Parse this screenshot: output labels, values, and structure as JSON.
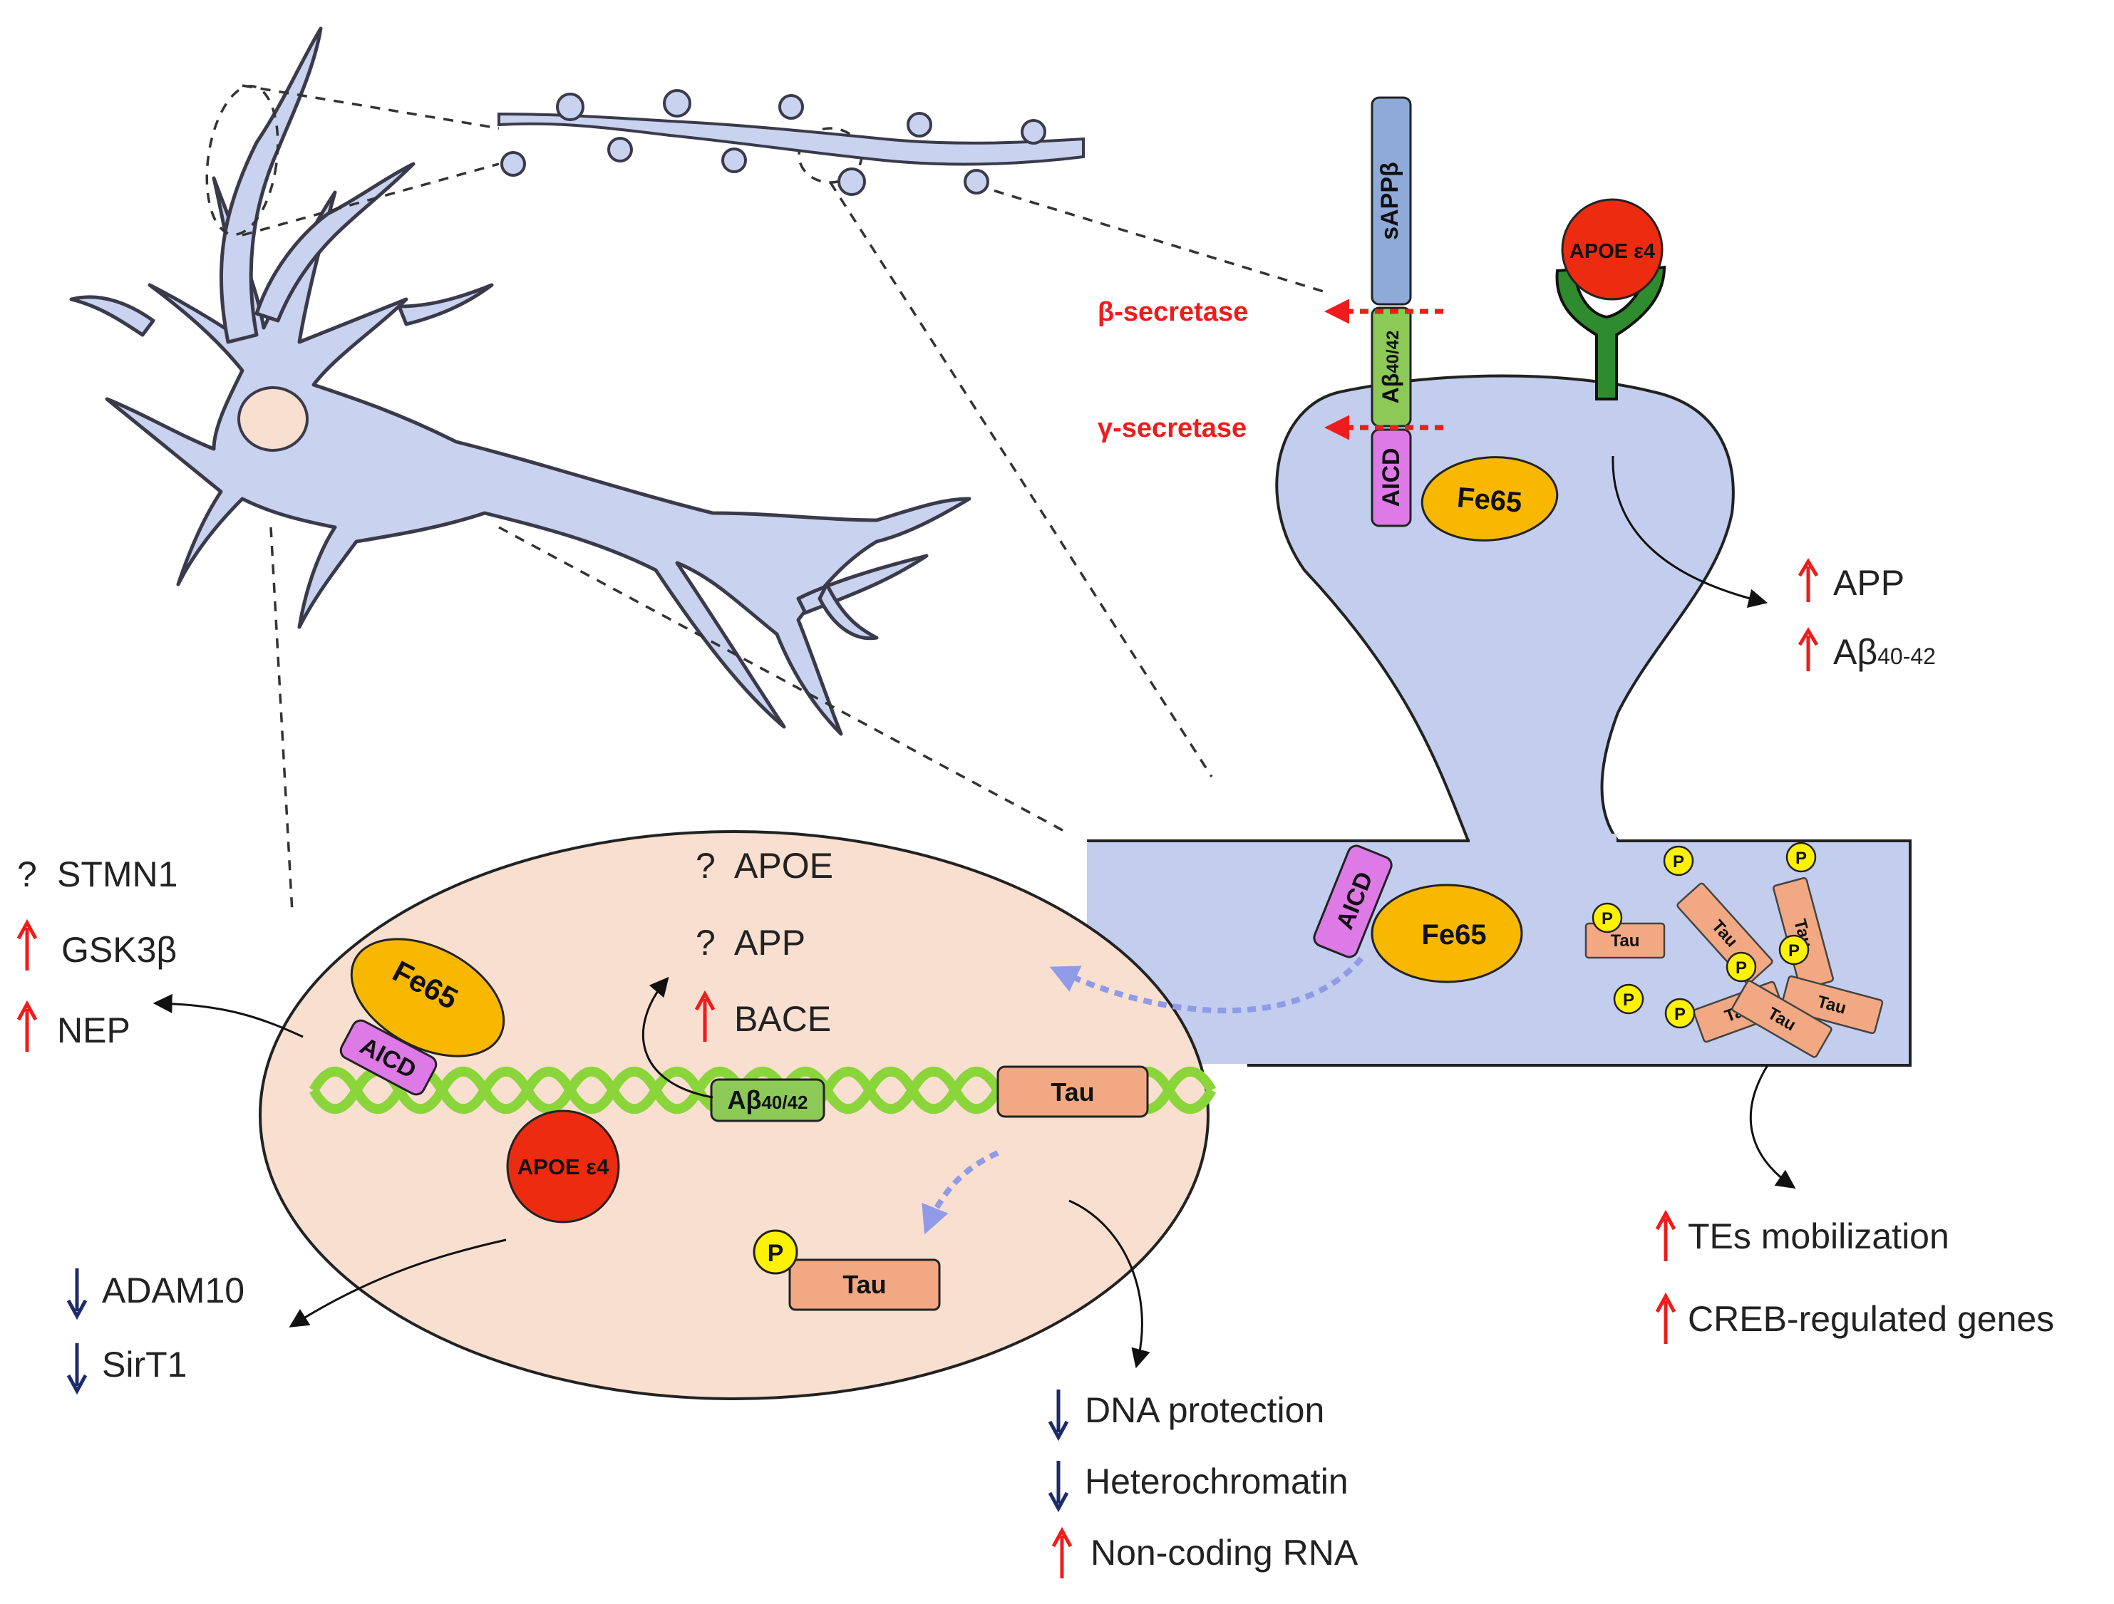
{
  "colors": {
    "neuron": "#c9d3ef",
    "neuron_stroke": "#3a3a4a",
    "nucleus": "#f9dfd0",
    "spine": "#c3cdee",
    "sappb": "#8faad8",
    "abeta": "#8dc956",
    "aicd": "#dd7ae6",
    "fe65": "#f8b800",
    "apoe": "#ec2b10",
    "receptor": "#2e8b2e",
    "tau": "#f2a983",
    "phospho": "#fff200",
    "dna": "#8ad53a",
    "up_arrow": "#ee1c1c",
    "down_arrow": "#1c2c6b",
    "dotted_flow": "#8f9ae8",
    "secretase": "#ee1c1c"
  },
  "membrane": {
    "sappb": "sAPPβ",
    "abeta_main": "Aβ",
    "abeta_sub": "40/42",
    "aicd": "AICD",
    "fe65": "Fe65",
    "beta_secretase": "β-secretase",
    "gamma_secretase": "γ-secretase",
    "apoe_e4": "APOE ε4"
  },
  "spine_effects": [
    {
      "marker": "up",
      "text": "APP",
      "sub": ""
    },
    {
      "marker": "up",
      "text": "Aβ",
      "sub": "40-42"
    }
  ],
  "dendrite_cytoplasm": {
    "aicd": "AICD",
    "fe65": "Fe65",
    "tau": "Tau",
    "phospho": "P"
  },
  "dendrite_effects": [
    {
      "marker": "up",
      "text": "TEs mobilization"
    },
    {
      "marker": "up",
      "text": "CREB-regulated genes"
    }
  ],
  "nucleus": {
    "fe65": "Fe65",
    "aicd": "AICD",
    "apoe_e4": "APOE ε4",
    "abeta_main": "Aβ",
    "abeta_sub": "40/42",
    "tau": "Tau",
    "phospho": "P"
  },
  "nucleus_targets": [
    {
      "marker": "?",
      "text": "APOE"
    },
    {
      "marker": "?",
      "text": "APP"
    },
    {
      "marker": "up",
      "text": "BACE"
    }
  ],
  "left_effects": [
    {
      "marker": "?",
      "text": "STMN1"
    },
    {
      "marker": "up",
      "text": "GSK3β"
    },
    {
      "marker": "up",
      "text": "NEP"
    }
  ],
  "apoe_effects": [
    {
      "marker": "down",
      "text": "ADAM10"
    },
    {
      "marker": "down",
      "text": "SirT1"
    }
  ],
  "tau_effects": [
    {
      "marker": "down",
      "text": "DNA protection"
    },
    {
      "marker": "down",
      "text": "Heterochromatin"
    },
    {
      "marker": "up",
      "text": "Non-coding RNA"
    }
  ]
}
